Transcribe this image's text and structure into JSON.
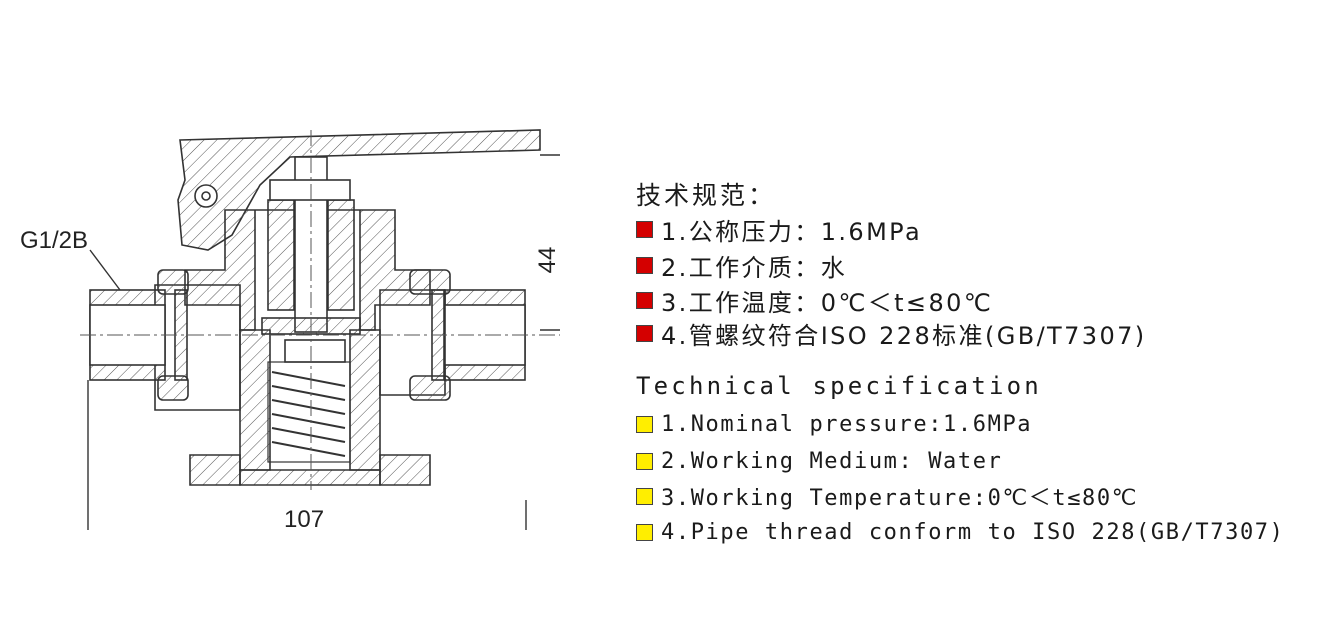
{
  "drawing": {
    "thread_label": "G1/2B",
    "height_label": "44",
    "width_label": "107"
  },
  "spec_cn": {
    "title": "技术规范：",
    "marker_color": "#d40000",
    "items": [
      "1.公称压力：1.6MPa",
      "2.工作介质：水",
      "3.工作温度：0℃＜t≤80℃",
      "4.管螺纹符合ISO 228标准(GB/T7307)"
    ]
  },
  "spec_en": {
    "title": "Technical specification",
    "marker_color": "#ffee00",
    "items": [
      "1.Nominal pressure:1.6MPa",
      "2.Working Medium: Water",
      "3.Working Temperature:0℃＜t≤80℃",
      "4.Pipe thread conform to ISO 228(GB/T7307)"
    ]
  }
}
